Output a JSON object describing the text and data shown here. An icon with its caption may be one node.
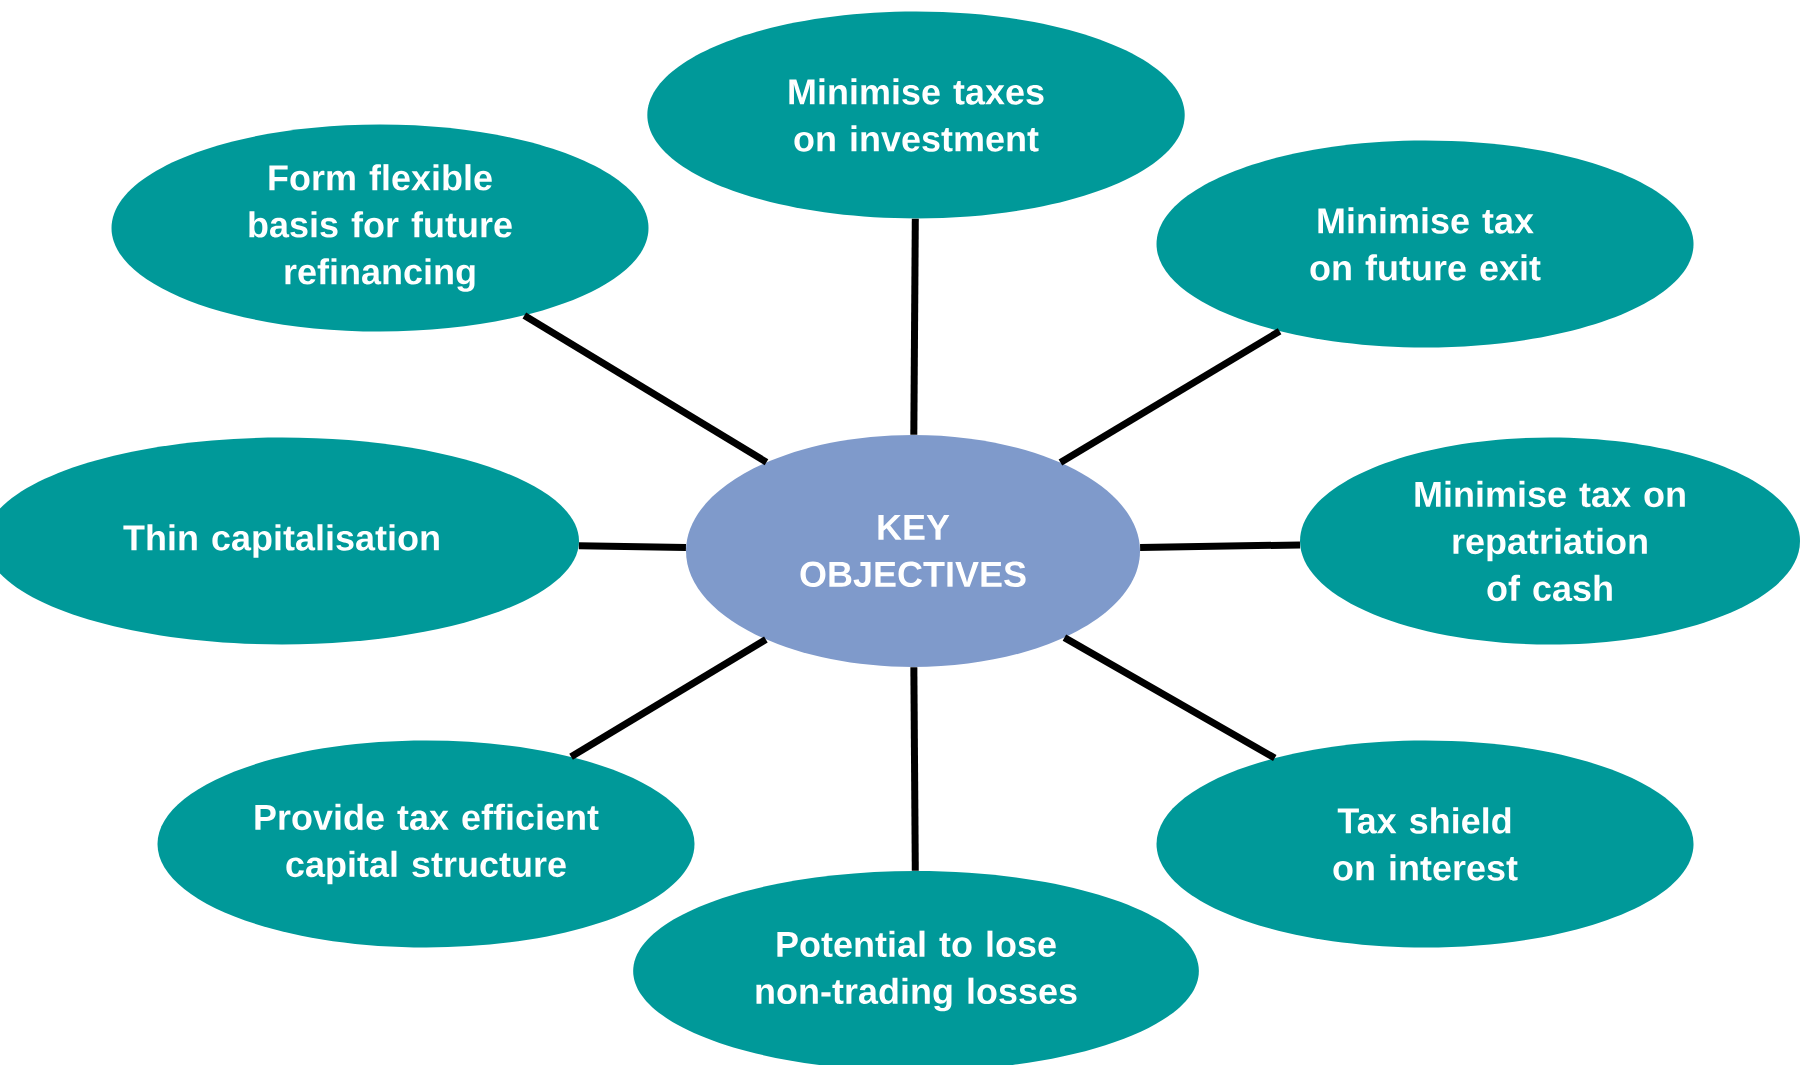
{
  "diagram": {
    "nodes": [
      {
        "text": [
          "Minimise taxes on investment"
        ]
      },
      {
        "text": [
          "Form flexible basis for future refinancing"
        ]
      },
      {
        "text": [
          "Minimise tax on future exit"
        ]
      },
      {
        "text": [
          "Thin capitalisation"
        ]
      },
      {
        "text": [
          "KEY OBJECTIVES"
        ]
      },
      {
        "text": [
          "Minimise tax on repatriation of cash"
        ]
      },
      {
        "text": [
          "Provide tax efficient capital structure"
        ]
      },
      {
        "text": [
          "Tax shield on interest"
        ]
      },
      {
        "text": [
          "Potential to lose non-trading losses"
        ]
      }
    ],
    "edges": [
      {
        "from": 4,
        "to": 0,
        "arrow": "none"
      },
      {
        "from": 4,
        "to": 2,
        "arrow": "none"
      },
      {
        "from": 4,
        "to": 5,
        "arrow": "none"
      },
      {
        "from": 4,
        "to": 7,
        "arrow": "none"
      },
      {
        "from": 4,
        "to": 8,
        "arrow": "none"
      },
      {
        "from": 4,
        "to": 6,
        "arrow": "none"
      },
      {
        "from": 4,
        "to": 3,
        "arrow": "none"
      },
      {
        "from": 4,
        "to": 1,
        "arrow": "none"
      }
    ]
  }
}
